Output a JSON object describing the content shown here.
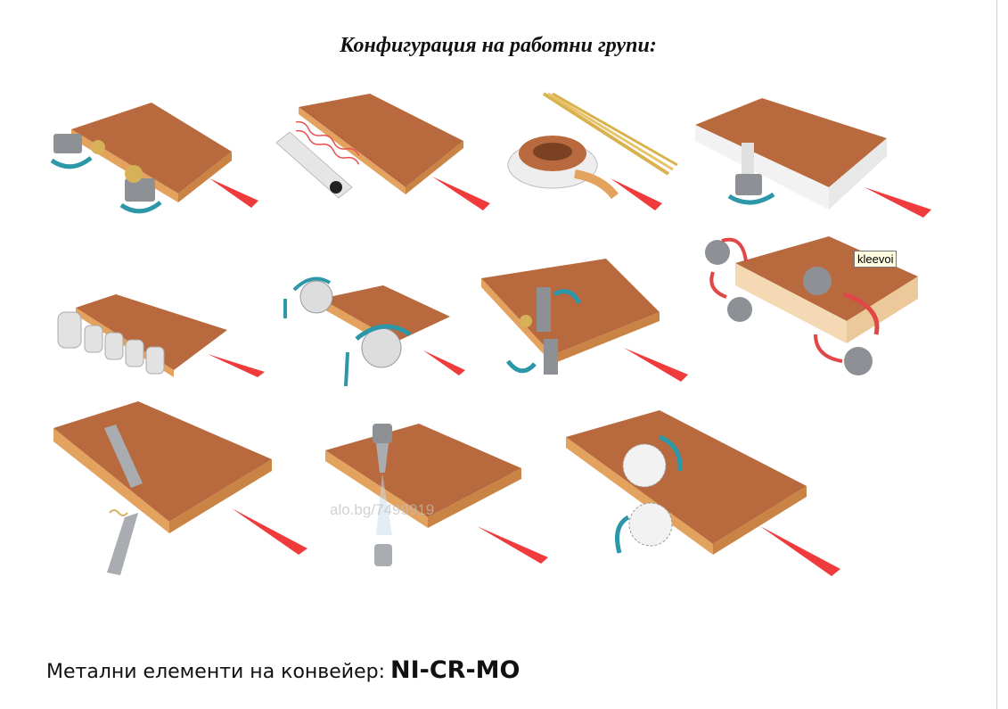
{
  "title": "Конфигурация на работни групи:",
  "tooltip": "kleevoi",
  "watermark": "alo.bg/7499919",
  "footer": {
    "label": "Метални елементи на конвейер:",
    "code": "NI-CR-MO"
  },
  "colors": {
    "wood_top": "#b86a3e",
    "wood_edge": "#e3a25e",
    "arrow_red": "#ef3b3b",
    "arrow_teal": "#2b97a8",
    "tool_grey": "#8d9196"
  },
  "operations": [
    {
      "id": "pre-milling",
      "icon": "pre-milling-cutters-icon"
    },
    {
      "id": "edge-preheating",
      "icon": "heater-lamp-icon"
    },
    {
      "id": "edge-band-feed",
      "icon": "edge-band-roll-icon"
    },
    {
      "id": "glue-applicator",
      "icon": "glue-roller-icon"
    },
    {
      "id": "pressure-rollers",
      "icon": "pressure-rollers-icon"
    },
    {
      "id": "end-trimming",
      "icon": "end-saws-icon"
    },
    {
      "id": "rough-trimming",
      "icon": "trimming-cutter-icon"
    },
    {
      "id": "corner-rounding",
      "icon": "corner-rounding-icon"
    },
    {
      "id": "scraping",
      "icon": "scraper-blades-icon"
    },
    {
      "id": "spraying",
      "icon": "spray-nozzle-icon"
    },
    {
      "id": "buffing",
      "icon": "buffing-wheels-icon"
    }
  ]
}
